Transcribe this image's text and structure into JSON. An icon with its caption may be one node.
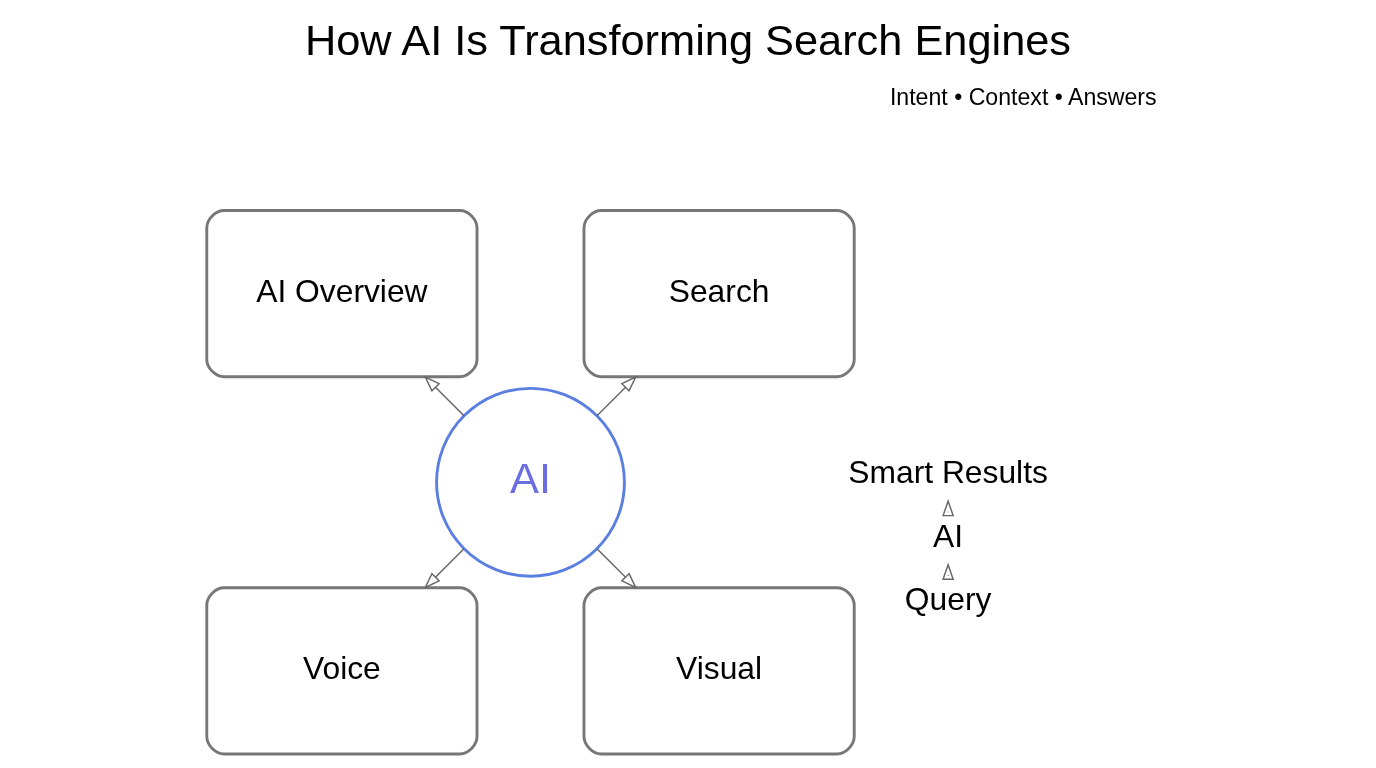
{
  "diagram": {
    "title": "How AI Is Transforming Search Engines",
    "nodes": [
      {
        "text": [
          "AI"
        ]
      },
      {
        "text": [
          "Search"
        ]
      },
      {
        "text": [
          "AI Overview"
        ]
      },
      {
        "text": [
          "Voice"
        ]
      },
      {
        "text": [
          "Visual"
        ]
      },
      {
        "text": [
          "Query"
        ]
      },
      {
        "text": [
          "AI"
        ]
      },
      {
        "text": [
          "Smart Results"
        ]
      }
    ],
    "edges": [
      {
        "from": 0,
        "to": 1,
        "arrow": "to"
      },
      {
        "from": 0,
        "to": 2,
        "arrow": "to"
      },
      {
        "from": 0,
        "to": 3,
        "arrow": "to"
      },
      {
        "from": 0,
        "to": 4,
        "arrow": "to"
      },
      {
        "from": 5,
        "to": 6,
        "arrow": "to"
      },
      {
        "from": 6,
        "to": 7,
        "arrow": "to"
      }
    ],
    "labels": [
      "Intent • Context • Answers"
    ]
  }
}
